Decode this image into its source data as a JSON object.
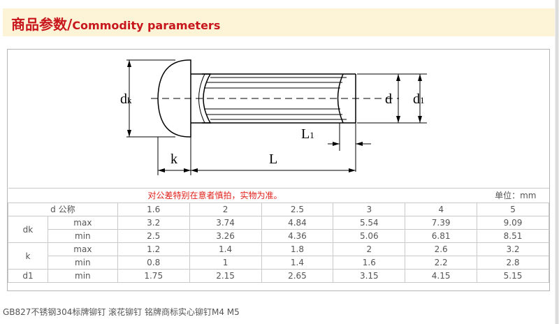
{
  "header": {
    "title_cn": "商品参数/",
    "title_en": "Commodity parameters"
  },
  "diagram": {
    "dk_main": "d",
    "dk_sub": "k",
    "d_label": "d",
    "d1_main": "d",
    "d1_sub": "1",
    "l1_main": "L",
    "l1_sub": "1",
    "k_label": "k",
    "L_label": "L"
  },
  "table": {
    "notice": "对公差特别在意者慎拍，实物为准。",
    "unit": "单位：mm",
    "header_label": "d 公称",
    "columns": [
      "1.6",
      "2",
      "2.5",
      "3",
      "4",
      "5"
    ],
    "rows": [
      {
        "group": "dk",
        "sub": "max",
        "values": [
          "3.2",
          "3.74",
          "4.84",
          "5.54",
          "7.39",
          "9.09"
        ]
      },
      {
        "group": "dk",
        "sub": "min",
        "values": [
          "2.5",
          "3.26",
          "4.36",
          "5.06",
          "6.81",
          "8.51"
        ]
      },
      {
        "group": "k",
        "sub": "max",
        "values": [
          "1.2",
          "1.4",
          "1.8",
          "2",
          "2.6",
          "3.2"
        ]
      },
      {
        "group": "k",
        "sub": "min",
        "values": [
          "0.8",
          "1",
          "1.4",
          "1.6",
          "2.2",
          "2.8"
        ]
      },
      {
        "group": "d1",
        "sub": "min",
        "values": [
          "1.75",
          "2.15",
          "2.65",
          "3.15",
          "4.15",
          "5.15"
        ]
      }
    ]
  },
  "caption": "GB827不锈钢304标牌铆钉 滚花铆钉 铭牌商标实心铆钉M4 M5"
}
